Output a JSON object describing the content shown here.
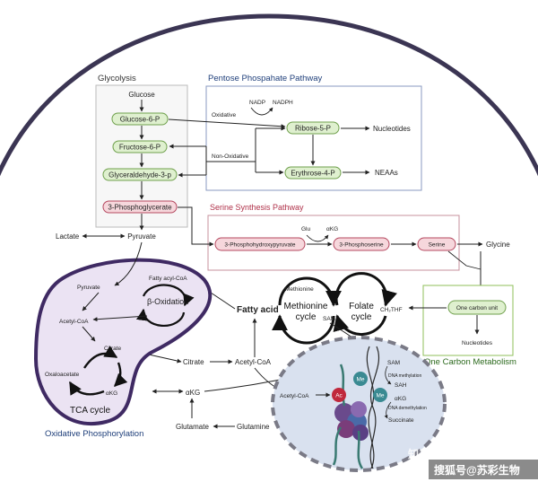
{
  "sections": {
    "glycolysis": "Glycolysis",
    "ppp": "Pentose Phospahate Pathway",
    "serine": "Serine Synthesis Pathway",
    "one_carbon_metabolism": "One Carbon Metabolism",
    "oxphos": "Oxidative Phosphorylation"
  },
  "glycolysis": {
    "glucose": "Glucose",
    "g6p": "Glucose-6-P",
    "f6p": "Fructose-6-P",
    "g3p": "Glyceraldehyde-3-p",
    "pg3": "3-Phosphoglycerate"
  },
  "ppp": {
    "nadp": "NADP",
    "nadph": "NADPH",
    "oxidative": "Oxidative",
    "non_oxidative": "Non-Oxidative",
    "r5p": "Ribose-5-P",
    "e4p": "Erythrose-4-P",
    "nucleotides": "Nucleotides",
    "neaas": "NEAAs"
  },
  "serine": {
    "glu": "Glu",
    "akg": "αKG",
    "php": "3-Phosphohydroxypyruvate",
    "ps": "3-Phosphoserine",
    "serine": "Serine",
    "glycine": "Glycine"
  },
  "main": {
    "lactate": "Lactate",
    "pyruvate": "Pyruvate",
    "fatty_acid": "Fatty acid",
    "citrate": "Citrate",
    "acetyl_coa": "Acetyl-CoA",
    "akg": "αKG",
    "glutamate": "Glutamate",
    "glutamine": "Glutamine"
  },
  "mito": {
    "pyruvate": "Pyruvate",
    "fatty_acyl_coa": "Fatty acyl-CoA",
    "beta_oxidation": "β-Oxidation",
    "acetyl_coa": "Acetyl-CoA",
    "citrate": "Citrate",
    "oxaloacetate": "Oxaloacetate",
    "akg": "αKG",
    "tca": "TCA cycle"
  },
  "one_carbon": {
    "methionine": "Methionine",
    "methionine_cycle": [
      "Methionine",
      "cycle"
    ],
    "folate_cycle": [
      "Folate",
      "cycle"
    ],
    "sam": "SAM",
    "ch2thf": "CH₂THF",
    "unit": "One carbon unit",
    "nucleotides": "Nucleotides"
  },
  "nucleus": {
    "sam": "SAM",
    "dna_methylation": "DNA methylation",
    "sah": "SAH",
    "akg": "αKG",
    "dna_demethylation": "DNA demethylation",
    "succinate": "Succinate",
    "acetyl_coa": "Acetyl-CoA",
    "ac": "Ac",
    "me": "Me"
  },
  "watermark": {
    "line1": "知乎 @苏彩生物",
    "line2": "搜狐号@苏彩生物"
  },
  "colors": {
    "green_fill": "#dff0cf",
    "green_stroke": "#6fa04c",
    "pink_fill": "#f6d7dc",
    "pink_stroke": "#b5485f",
    "mito_fill": "#ebe3f3",
    "mito_stroke": "#3f2a63",
    "cell_arc": "#3b3553",
    "nucleus_fill": "#d9e1ef"
  }
}
